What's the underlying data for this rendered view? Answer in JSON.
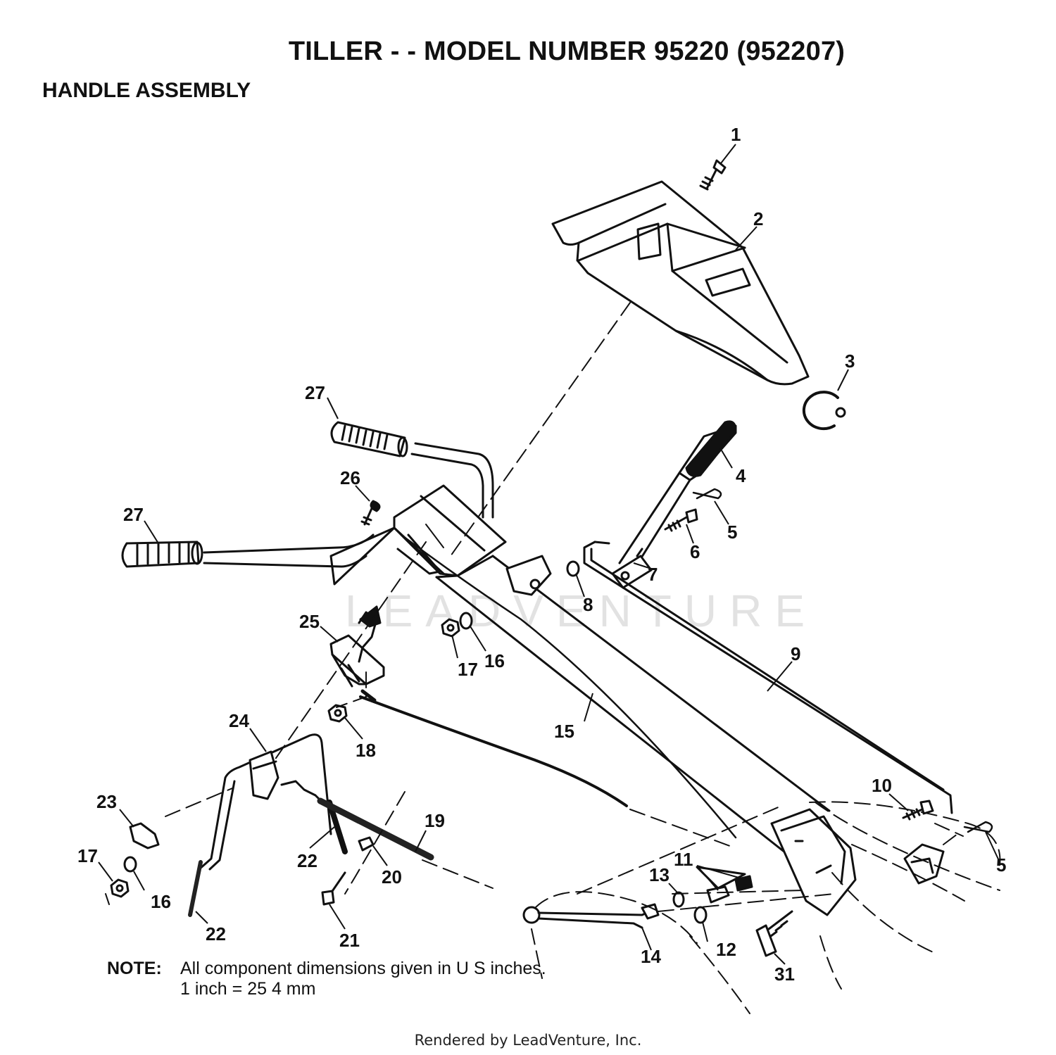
{
  "title": "TILLER - - MODEL NUMBER 95220 (952207)",
  "subtitle": "HANDLE ASSEMBLY",
  "watermark": "LEADVENTURE",
  "callouts": [
    "1",
    "2",
    "3",
    "4",
    "5",
    "6",
    "7",
    "8",
    "9",
    "10",
    "11",
    "12",
    "13",
    "14",
    "15",
    "16",
    "17",
    "18",
    "19",
    "20",
    "21",
    "22",
    "23",
    "24",
    "25",
    "26",
    "27",
    "31"
  ],
  "note": {
    "label": "NOTE:",
    "line1": "All component dimensions given in U S  inches.",
    "line2": "1 inch = 25 4 mm"
  },
  "footer": "Rendered by LeadVenture, Inc."
}
